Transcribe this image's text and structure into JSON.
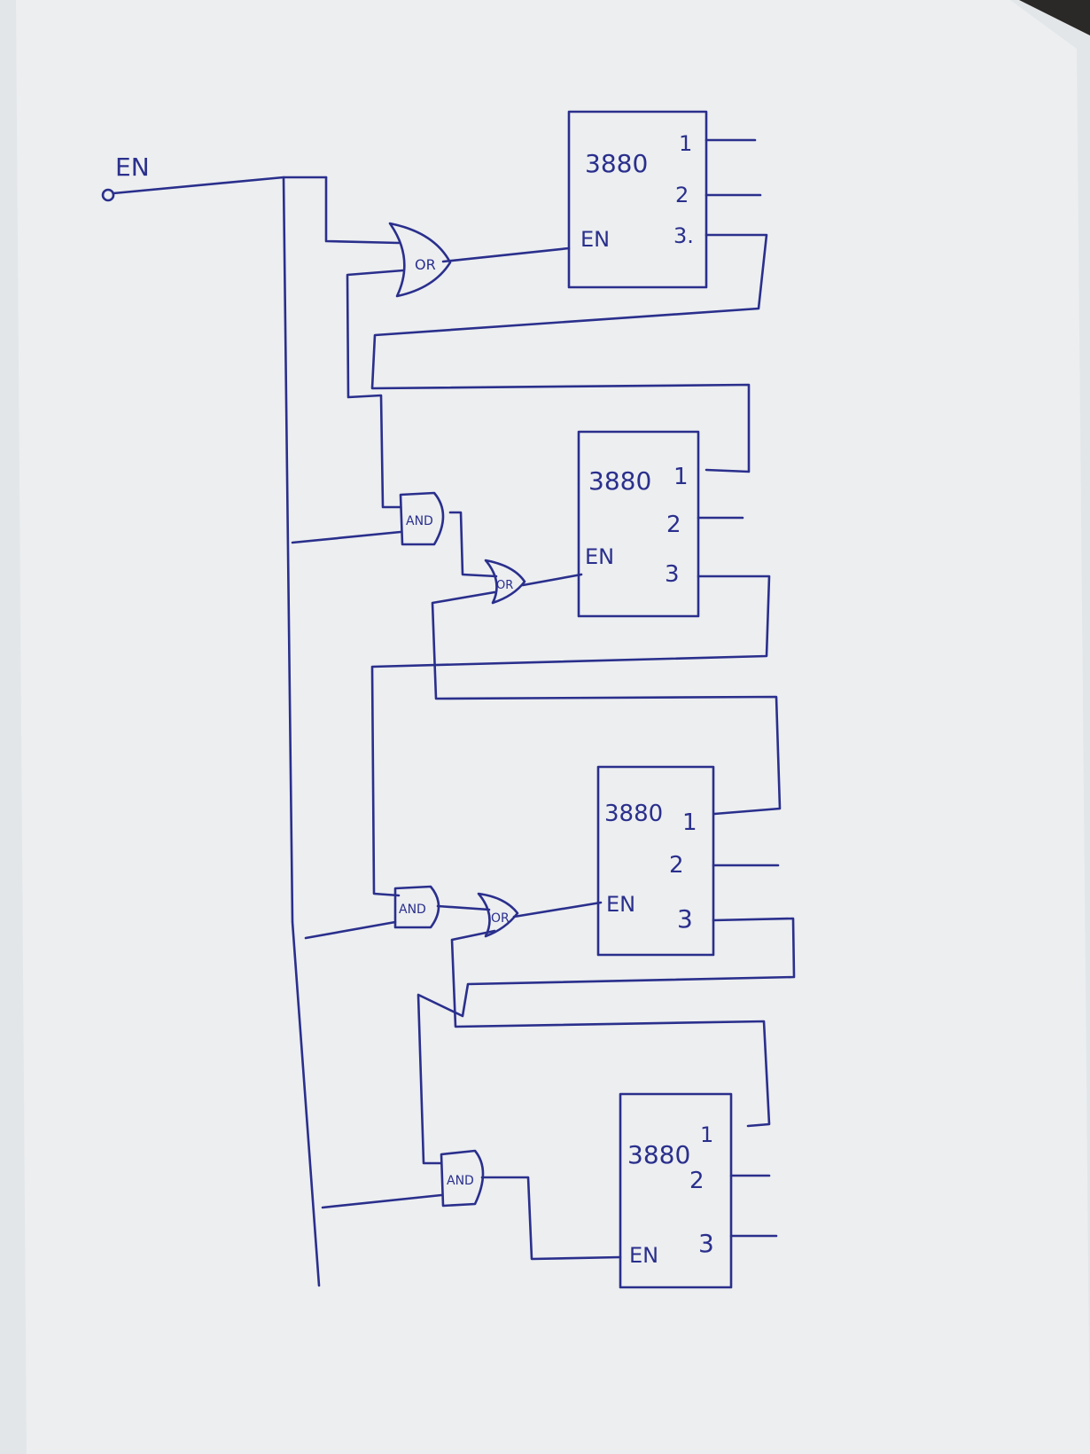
{
  "diagram": {
    "input_label": "EN",
    "ink_color": "#2a2f8c",
    "paper_color": "#eceef0",
    "chips": [
      {
        "id": "chip1",
        "part": "3880",
        "pins": [
          "1",
          "2",
          "3."
        ],
        "en_label": "EN"
      },
      {
        "id": "chip2",
        "part": "3880",
        "pins": [
          "1",
          "2",
          "3"
        ],
        "en_label": "EN"
      },
      {
        "id": "chip3",
        "part": "3880",
        "pins": [
          "1",
          "2",
          "3"
        ],
        "en_label": "EN"
      },
      {
        "id": "chip4",
        "part": "3880",
        "pins": [
          "1",
          "2",
          "3"
        ],
        "en_label": "EN"
      }
    ],
    "or_gates": [
      {
        "id": "or1",
        "label": "OR"
      },
      {
        "id": "or2",
        "label": "OR"
      },
      {
        "id": "or3",
        "label": "OR"
      }
    ],
    "and_gates": [
      {
        "id": "and1",
        "label": "AND"
      },
      {
        "id": "and2",
        "label": "AND"
      },
      {
        "id": "and3",
        "label": "AND"
      }
    ]
  }
}
